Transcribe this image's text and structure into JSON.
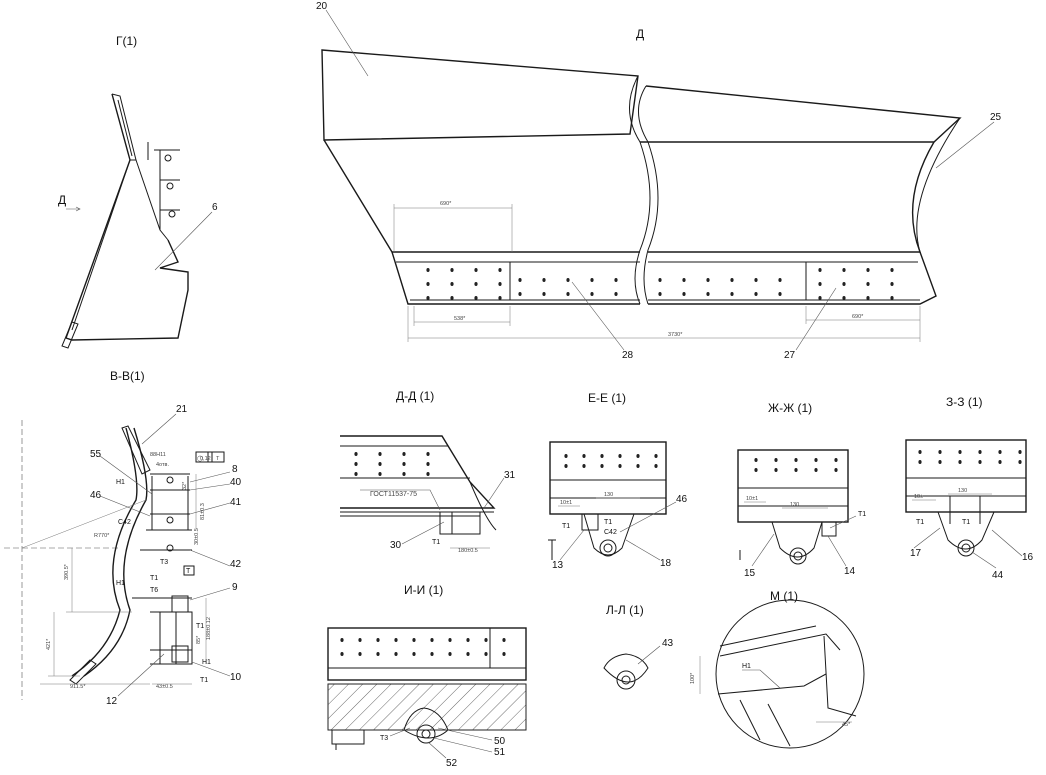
{
  "views": {
    "g": {
      "title": "Г(1)",
      "arrow_label": "Д",
      "leader": "6"
    },
    "d_main": {
      "title": "Д",
      "leaders": [
        "20",
        "25",
        "28",
        "27"
      ],
      "dims": [
        "690*",
        "538*",
        "3730*",
        "690*"
      ]
    },
    "vv": {
      "title": "В-В(1)",
      "leaders": [
        "21",
        "55",
        "46",
        "8",
        "40",
        "41",
        "42",
        "9",
        "12",
        "10"
      ],
      "marks": [
        "H1",
        "C42",
        "T3",
        "T1",
        "T6",
        "T1",
        "H1",
        "T1",
        "H1"
      ],
      "tolerance": "0,12",
      "tolerance_ref": "T",
      "dims": [
        "88H11",
        "4отв.",
        "R770*",
        "390.5*",
        "421*",
        "911.5*",
        "43±0.5",
        "81±0.3",
        "188±0.12",
        "30±0.5",
        "32*",
        "85*"
      ]
    },
    "dd1": {
      "title": "Д-Д (1)",
      "leaders": [
        "31",
        "30"
      ],
      "standard": "ГОСТ11537-75",
      "marks": [
        "T1"
      ],
      "dims": [
        "180±0.5"
      ]
    },
    "ee1": {
      "title": "Е-Е (1)",
      "leaders": [
        "46",
        "13",
        "18"
      ],
      "marks": [
        "T1",
        "T1",
        "C42"
      ],
      "dims": [
        "10±1",
        "130"
      ]
    },
    "zhzh1": {
      "title": "Ж-Ж (1)",
      "leaders": [
        "15",
        "14"
      ],
      "marks": [
        "T1"
      ],
      "dims": [
        "10±1",
        "130"
      ]
    },
    "zz1": {
      "title": "З-З (1)",
      "leaders": [
        "17",
        "16",
        "44"
      ],
      "marks": [
        "T1",
        "T1"
      ],
      "dims": [
        "10±",
        "130"
      ]
    },
    "ii1": {
      "title": "И-И (1)",
      "leaders": [
        "50",
        "51",
        "52"
      ],
      "marks": [
        "T3"
      ]
    },
    "ll1": {
      "title": "Л-Л (1)",
      "leaders": [
        "43"
      ]
    },
    "m1": {
      "title": "М (1)",
      "marks": [
        "H1"
      ],
      "dims": [
        "100*",
        "45*"
      ]
    }
  }
}
